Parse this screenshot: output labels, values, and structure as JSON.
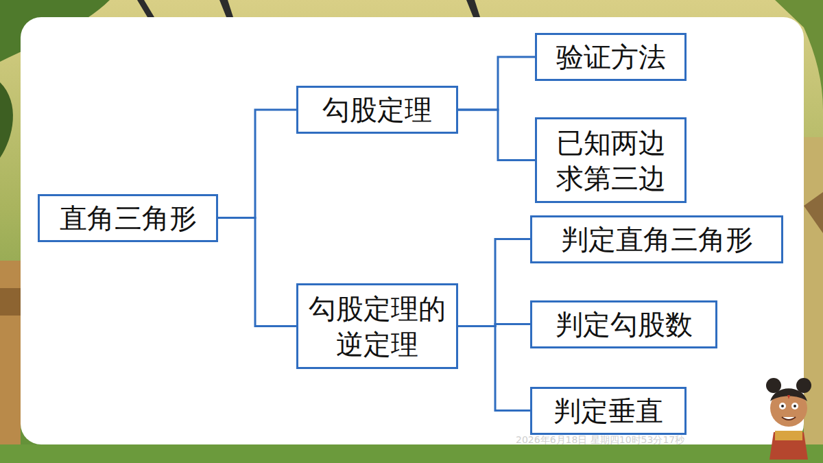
{
  "diagram": {
    "nodes": [
      {
        "text": [
          "直角三角形"
        ]
      },
      {
        "text": [
          "勾股定理"
        ]
      },
      {
        "text": [
          "勾股定理的逆定理"
        ]
      },
      {
        "text": [
          "验证方法"
        ]
      },
      {
        "text": [
          "已知两边求第三边"
        ]
      },
      {
        "text": [
          "判定直角三角形"
        ]
      },
      {
        "text": [
          "判定勾股数"
        ]
      },
      {
        "text": [
          "判定垂直"
        ]
      }
    ],
    "edges": [
      {
        "from": 0,
        "to": 1,
        "arrow": "none"
      },
      {
        "from": 0,
        "to": 2,
        "arrow": "none"
      },
      {
        "from": 1,
        "to": 3,
        "arrow": "none"
      },
      {
        "from": 1,
        "to": 4,
        "arrow": "none"
      },
      {
        "from": 2,
        "to": 5,
        "arrow": "none"
      },
      {
        "from": 2,
        "to": 6,
        "arrow": "none"
      },
      {
        "from": 2,
        "to": 7,
        "arrow": "none"
      }
    ],
    "labels": [
      "2026年6月18日 星期四10时53分17秒"
    ]
  }
}
